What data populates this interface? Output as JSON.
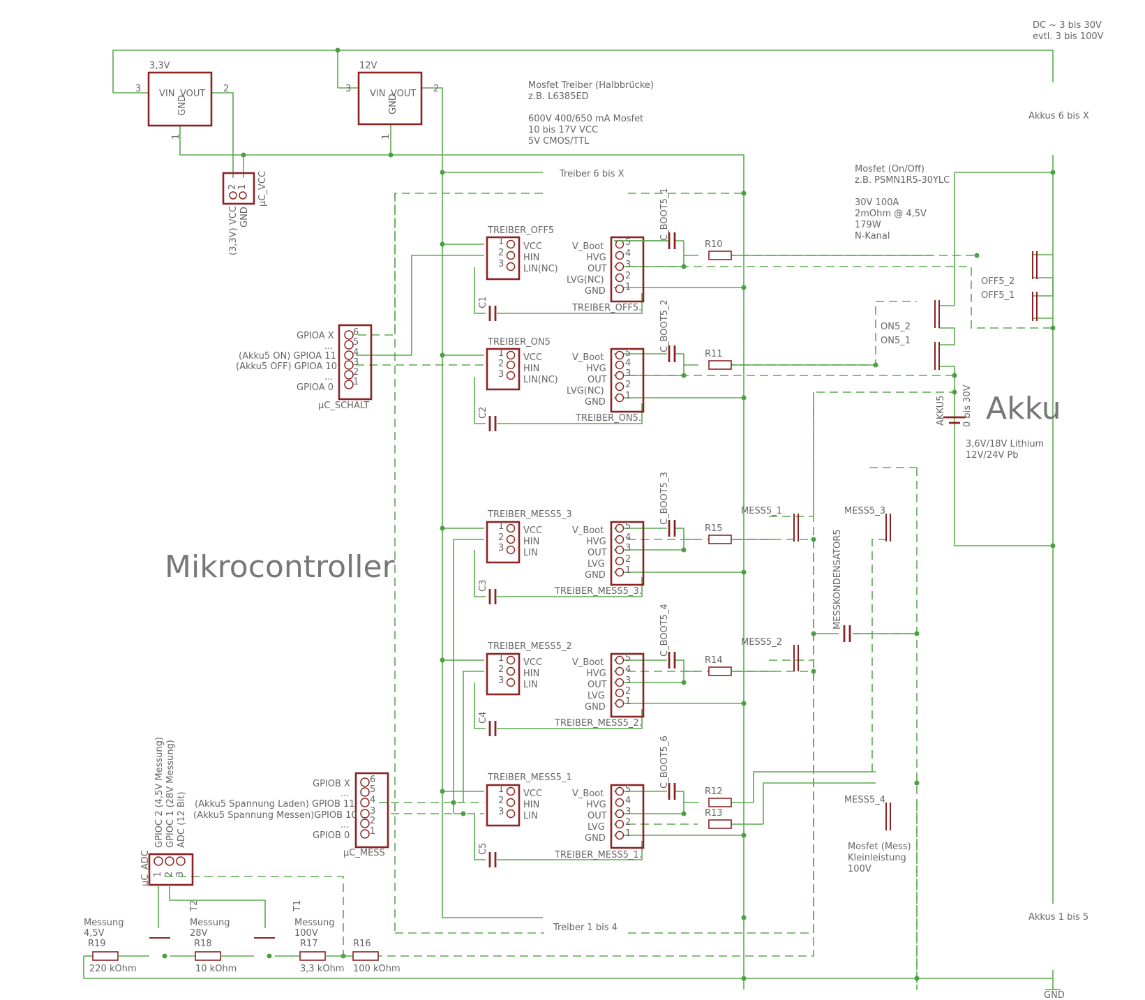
{
  "labels": {
    "dc_line1": "DC ~ 3 bis 30V",
    "dc_line2": "evtl. 3 bis 100V",
    "v33": "3,3V",
    "v12": "12V",
    "vin": "VIN",
    "vout": "VOUT",
    "gnd": "GND",
    "pin1": "1",
    "pin2": "2",
    "pin3": "3",
    "treiber_note1": "Mosfet Treiber (Halbbrücke)",
    "treiber_note2": "z.B. L6385ED",
    "treiber_note3": "600V 400/650 mA Mosfet",
    "treiber_note4": "10 bis 17V VCC",
    "treiber_note5": "5V CMOS/TTL",
    "akkus_6x": "Akkus 6 bis X",
    "treiber_6x": "Treiber 6 bis X",
    "mosfet_onoff1": "Mosfet (On/Off)",
    "mosfet_onoff2": "z.B. PSMN1R5-30YLC",
    "mosfet_onoff3": "30V 100A",
    "mosfet_onoff4": "2mOhm @ 4,5V",
    "mosfet_onoff5": "179W",
    "mosfet_onoff6": "N-Kanal",
    "uc_vcc": "µC_VCC",
    "uc_vcc_pins": "(3,3V) VCC",
    "uc_vcc_gnd": "GND",
    "mikrocontroller": "Mikrocontroller",
    "akku": "Akku",
    "akku5": "AKKU5",
    "akku_v": "0 bis 30V",
    "lithium": "3,6V/18V Lithium",
    "pb": "12V/24V Pb",
    "off5_2": "OFF5_2",
    "off5_1": "OFF5_1",
    "on5_2": "ON5_2",
    "on5_1": "ON5_1",
    "gpioa_x": "GPIOA X",
    "gpioa_11": "(Akku5 ON) GPIOA 11",
    "gpioa_10": "(Akku5 OFF) GPIOA 10",
    "gpioa_0": "GPIOA 0",
    "dots": "...",
    "uc_schalt": "µC_SCHALT",
    "gpiob_x": "GPIOB X",
    "gpiob_11": "(Akku5 Spannung Laden) GPIOB 11",
    "gpiob_10": "(Akku5 Spannung Messen)GPIOB 10",
    "gpiob_0": "GPIOB 0",
    "uc_mess": "µC_MESS",
    "uc_adc": "µC_ADC",
    "gpioc2": "GPIOC 2 (4,5V Messung)",
    "gpioc1": "GPIOC 1 (28V Messung)",
    "adc12": "ADC (12 Bit)",
    "vcc": "VCC",
    "hin": "HIN",
    "lin_nc": "LIN(NC)",
    "lin": "LIN",
    "vboot": "V_Boot",
    "hvg": "HVG",
    "out": "OUT",
    "lvg_nc": "LVG(NC)",
    "lvg": "LVG",
    "t_off5": "TREIBER_OFF5",
    "t_off5b": "TREIBER_OFF5.",
    "t_on5": "TREIBER_ON5",
    "t_on5b": "TREIBER_ON5.",
    "t_m3": "TREIBER_MESS5_3",
    "t_m3b": "TREIBER_MESS5_3.",
    "t_m2": "TREIBER_MESS5_2",
    "t_m2b": "TREIBER_MESS5_2.",
    "t_m1": "TREIBER_MESS5_1",
    "t_m1b": "TREIBER_MESS5_1.",
    "cb1": "C_BOOT5_1",
    "cb2": "C_BOOT5_2",
    "cb3": "C_BOOT5_3",
    "cb4": "C_BOOT5_4",
    "cb6": "C_BOOT5_6",
    "c1": "C1",
    "c2": "C2",
    "c3": "C3",
    "c4": "C4",
    "c5": "C5",
    "r10": "R10",
    "r11": "R11",
    "r12": "R12",
    "r13": "R13",
    "r14": "R14",
    "r15": "R15",
    "mess5_1": "MESS5_1",
    "mess5_2": "MESS5_2",
    "mess5_3": "MESS5_3",
    "mess5_4": "MESS5_4",
    "messkond": "MESSKONDENSATOR5",
    "mosfet_mess1": "Mosfet (Mess)",
    "mosfet_mess2": "Kleinleistung",
    "mosfet_mess3": "100V",
    "akkus_15": "Akkus 1 bis 5",
    "treiber_14": "Treiber 1 bis 4",
    "gnd_label": "GND",
    "messung": "Messung",
    "m45": "4,5V",
    "m28": "28V",
    "m100": "100V",
    "t1": "T1",
    "t2": "T2",
    "r16": "R16",
    "r17": "R17",
    "r18": "R18",
    "r19": "R19",
    "r16v": "100 kOhm",
    "r17v": "3,3 kOhm",
    "r18v": "10 kOhm",
    "r19v": "220 kOhm",
    "p1": "1",
    "p2": "2",
    "p3": "3",
    "p4": "4",
    "p5": "5",
    "p6": "6"
  }
}
